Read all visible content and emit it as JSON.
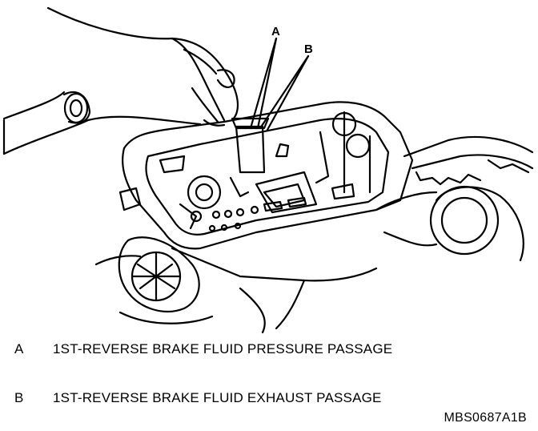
{
  "figure": {
    "callouts": [
      "A",
      "B"
    ],
    "legend": [
      {
        "key": "A",
        "text": "1ST-REVERSE BRAKE FLUID PRESSURE PASSAGE"
      },
      {
        "key": "B",
        "text": "1ST-REVERSE BRAKE FLUID EXHAUST PASSAGE"
      }
    ],
    "code": "MBS0687A1B"
  }
}
